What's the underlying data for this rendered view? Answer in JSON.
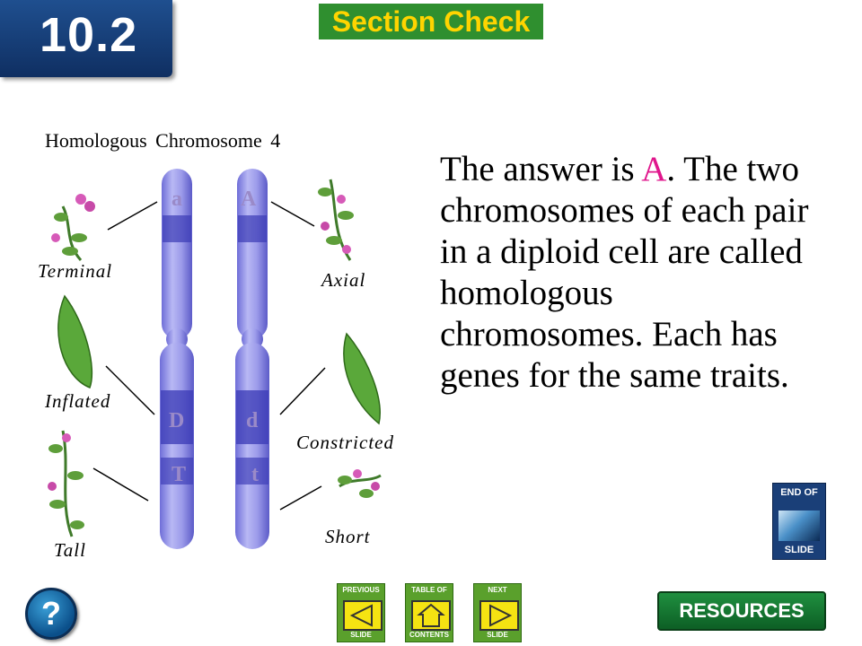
{
  "header": {
    "section_number": "10.2",
    "section_check": "Section Check"
  },
  "diagram": {
    "title": "Homologous  Chromosome  4",
    "genes": {
      "left_top": "a",
      "right_top": "A",
      "left_mid": "D",
      "right_mid": "d",
      "left_bot": "T",
      "right_bot": "t"
    },
    "traits": {
      "terminal": "Terminal",
      "axial": "Axial",
      "inflated": "Inflated",
      "constricted": "Constricted",
      "tall": "Tall",
      "short": "Short"
    }
  },
  "answer": {
    "prefix": "The answer is ",
    "letter": "A",
    "rest": ". The two chromosomes of each pair in a diploid cell are called homologous chromosomes. Each has genes for the same traits."
  },
  "end_slide": {
    "top": "END OF",
    "bottom": "SLIDE"
  },
  "nav": {
    "help": "?",
    "previous": {
      "top": "PREVIOUS",
      "bottom": "SLIDE"
    },
    "contents": {
      "top": "TABLE OF",
      "bottom": "CONTENTS"
    },
    "next": {
      "top": "NEXT",
      "bottom": "SLIDE"
    },
    "resources": "RESOURCES"
  },
  "colors": {
    "highlight": "#e0168c",
    "chromosome": "#8f8ee6",
    "band": "#3a3ab5"
  }
}
